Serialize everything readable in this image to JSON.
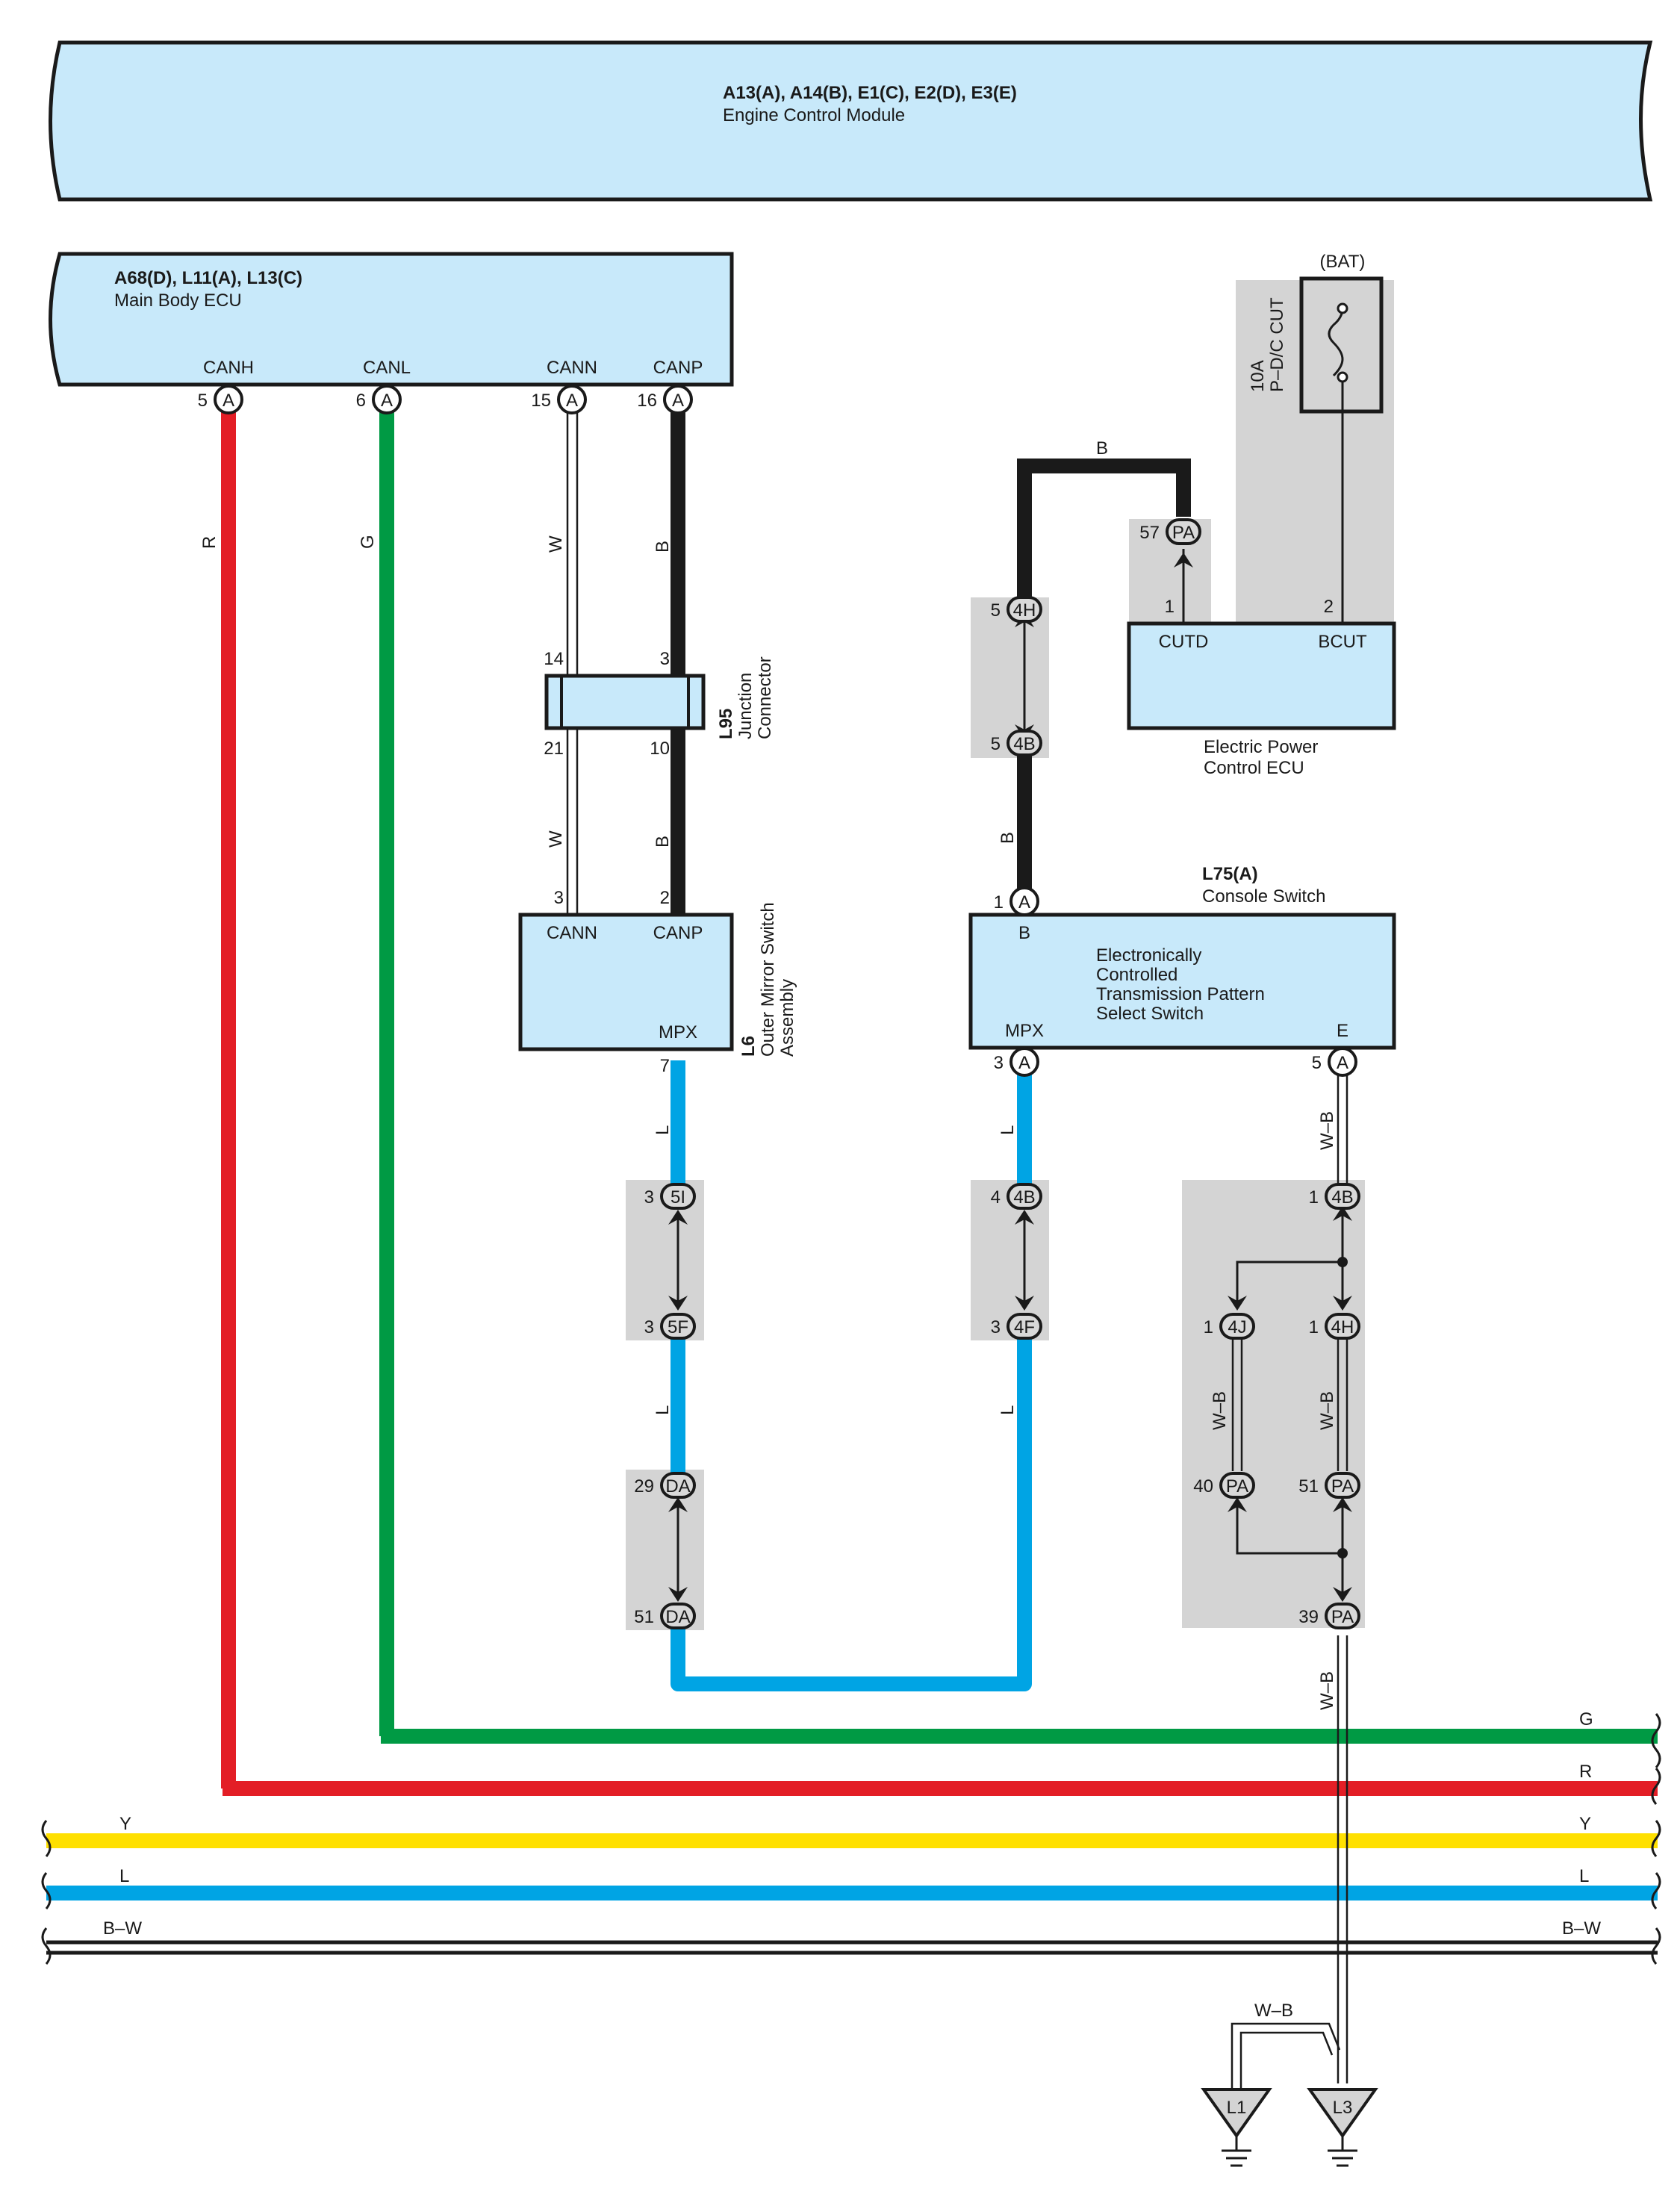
{
  "ecm": {
    "codes": "A13(A), A14(B), E1(C), E2(D), E3(E)",
    "name": "Engine Control Module"
  },
  "main_body": {
    "codes": "A68(D), L11(A), L13(C)",
    "name": "Main Body ECU",
    "pins": {
      "canh": "CANH",
      "canl": "CANL",
      "cann": "CANN",
      "canp": "CANP"
    },
    "pin_nums": {
      "canh": "5",
      "canl": "6",
      "cann": "15",
      "canp": "16"
    }
  },
  "connector_letter": "A",
  "wire_colors": {
    "r": "R",
    "g": "G",
    "w": "W",
    "b": "B",
    "l": "L",
    "wb": "W–B",
    "y": "Y",
    "bw": "B–W"
  },
  "junction": {
    "code": "L95",
    "name1": "Junction",
    "name2": "Connector",
    "pins": {
      "a": "14",
      "b": "3",
      "c": "21",
      "d": "10"
    }
  },
  "mirror": {
    "code": "L6",
    "name1": "Outer Mirror Switch",
    "name2": "Assembly",
    "pins": {
      "cann": "CANN",
      "canp": "CANP",
      "mpx": "MPX"
    },
    "pin_nums": {
      "cann": "3",
      "canp": "2",
      "mpx": "7"
    }
  },
  "bat": {
    "label": "(BAT)",
    "fuse_amp": "10A",
    "fuse_name": "P–D/C CUT"
  },
  "epc": {
    "name1": "Electric Power",
    "name2": "Control ECU",
    "pins": {
      "cutd": "CUTD",
      "bcut": "BCUT"
    },
    "pin_nums": {
      "cutd": "1",
      "bcut": "2"
    }
  },
  "console": {
    "code": "L75(A)",
    "name": "Console Switch",
    "lines": [
      "Electronically",
      "Controlled",
      "Transmission Pattern",
      "Select Switch"
    ],
    "pins": {
      "b": "B",
      "mpx": "MPX",
      "e": "E"
    },
    "pin_nums": {
      "b": "1",
      "mpx": "3",
      "e": "5"
    }
  },
  "connectors": {
    "pa57": {
      "num": "57",
      "id": "PA"
    },
    "h4_top": {
      "num": "5",
      "id": "4H"
    },
    "b4_top": {
      "num": "5",
      "id": "4B"
    },
    "i5": {
      "num": "3",
      "id": "5I"
    },
    "f5": {
      "num": "3",
      "id": "5F"
    },
    "da29": {
      "num": "29",
      "id": "DA"
    },
    "da51": {
      "num": "51",
      "id": "DA"
    },
    "b4_mid": {
      "num": "4",
      "id": "4B"
    },
    "f4": {
      "num": "3",
      "id": "4F"
    },
    "b4_right": {
      "num": "1",
      "id": "4B"
    },
    "j4": {
      "num": "1",
      "id": "4J"
    },
    "h4_right": {
      "num": "1",
      "id": "4H"
    },
    "pa40": {
      "num": "40",
      "id": "PA"
    },
    "pa51": {
      "num": "51",
      "id": "PA"
    },
    "pa39": {
      "num": "39",
      "id": "PA"
    }
  },
  "grounds": {
    "l1": "L1",
    "l3": "L3"
  },
  "colors": {
    "red": "#e31e26",
    "green": "#009a44",
    "blue": "#00a4e4",
    "yellow": "#ffe000",
    "black": "#1a1a1a",
    "box_fill": "#c8e9fa",
    "gray": "#d4d4d4"
  }
}
